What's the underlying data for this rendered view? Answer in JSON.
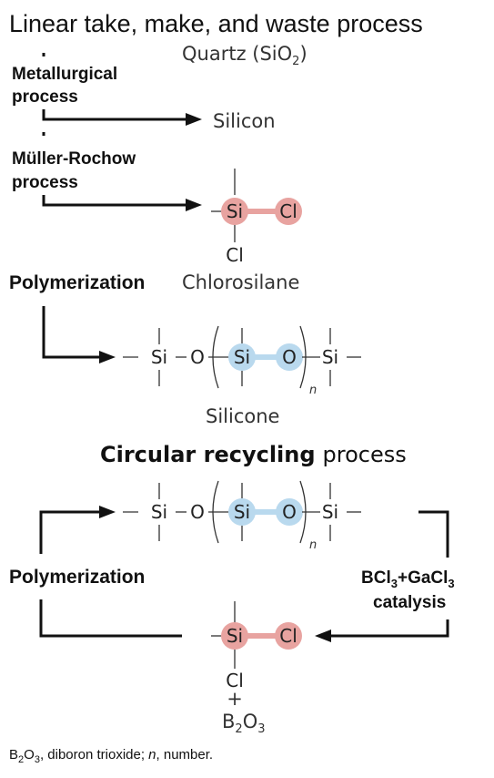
{
  "titles": {
    "linear": "Linear take, make, and waste process",
    "circular_bold": "Circular recycling",
    "circular_rest": "process"
  },
  "steps": {
    "metallurgical_1": "Metallurgical",
    "metallurgical_2": "process",
    "muller_1": "Müller-Rochow",
    "muller_2": "process",
    "polymerization": "Polymerization",
    "polymerization_2": "Polymerization",
    "catalysis_bcl": "BCl",
    "catalysis_sub1": "3",
    "catalysis_plus": "+GaCl",
    "catalysis_sub2": "3",
    "catalysis_2": "catalysis"
  },
  "compounds": {
    "quartz": "Quartz (SiO",
    "quartz_sub": "2",
    "quartz_close": ")",
    "silicon": "Silicon",
    "chlorosilane": "Chlorosilane",
    "silicone": "Silicone",
    "plus": "+",
    "b2o3_b": "B",
    "b2o3_sub1": "2",
    "b2o3_o": "O",
    "b2o3_sub2": "3"
  },
  "atoms": {
    "si": "Si",
    "cl": "Cl",
    "o": "O",
    "n": "n"
  },
  "footnote": {
    "b": "B",
    "sub1": "2",
    "o": "O",
    "sub2": "3",
    "text1": ", diboron trioxide; ",
    "n": "n",
    "text2": ", number."
  },
  "colors": {
    "chlorine_highlight": "#e8a3a0",
    "siloxane_highlight": "#b9d9ee",
    "si_cl_bond": "#e8a3a0",
    "si_o_bond": "#b9d9ee"
  }
}
